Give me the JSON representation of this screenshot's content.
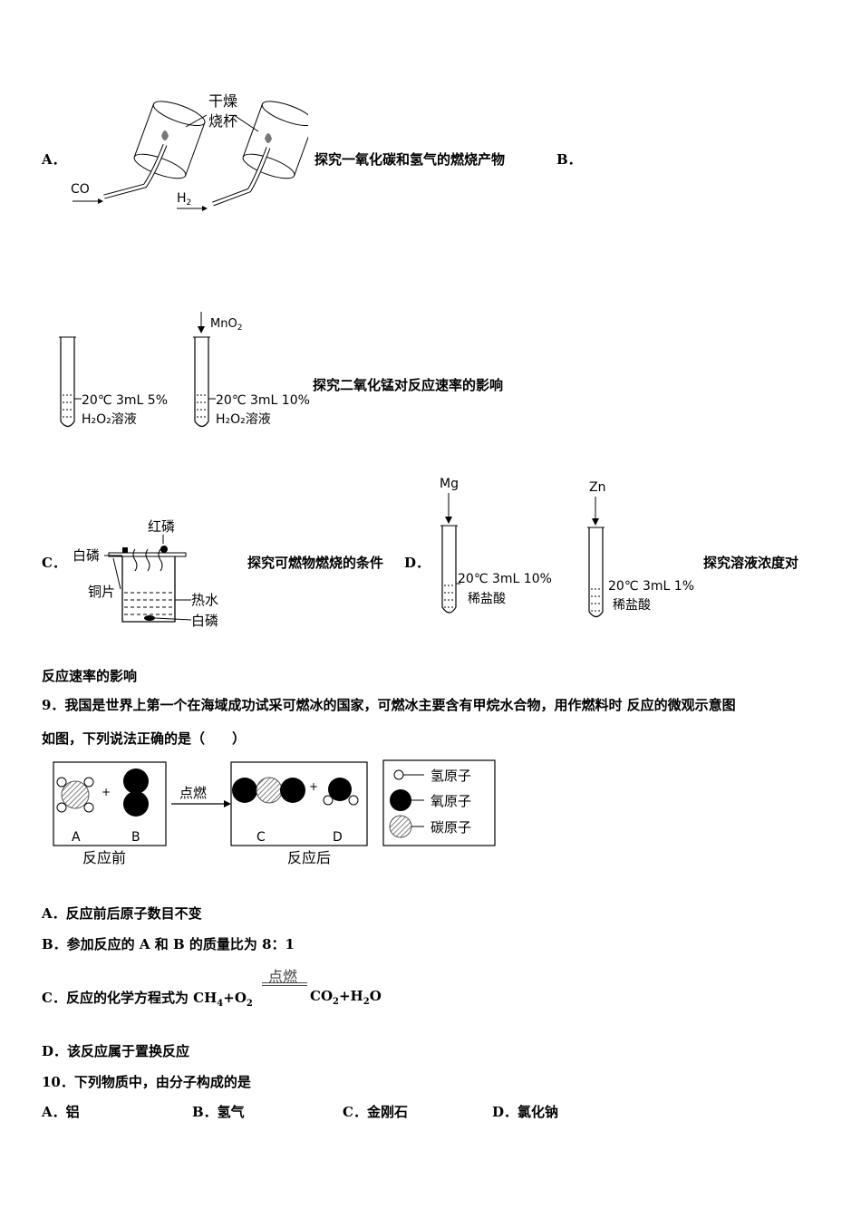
{
  "option_a": {
    "letter": "A．",
    "dry_beaker_line1": "干燥",
    "dry_beaker_line2": "烧杯",
    "gas1": "CO",
    "gas2": "H",
    "gas2_sub": "2",
    "caption": "探究一氧化碳和氢气的燃烧产物"
  },
  "option_b": {
    "letter": "B．",
    "reagent": "MnO",
    "reagent_sub": "2",
    "tube1_label": "20℃ 3mL 5%",
    "tube1_solution": "H₂O₂溶液",
    "tube2_label": "20℃ 3mL 10%",
    "tube2_solution": "H₂O₂溶液",
    "caption": "探究二氧化锰对反应速率的影响"
  },
  "option_c": {
    "letter": "C．",
    "white_p": "白磷",
    "red_p": "红磷",
    "copper": "铜片",
    "hot_water": "热水",
    "white_p2": "白磷",
    "caption": "探究可燃物燃烧的条件"
  },
  "option_d": {
    "letter": "D．",
    "metal1": "Mg",
    "metal2": "Zn",
    "tube1_label": "20℃ 3mL 10%",
    "tube1_solution": "稀盐酸",
    "tube2_label": "20℃ 3mL 1%",
    "tube2_solution": "稀盐酸",
    "caption_part1": "探究溶液浓度对",
    "caption_part2": "反应速率的影响"
  },
  "question9": {
    "line1": "9．我国是世界上第一个在海域成功试采可燃冰的国家，可燃冰主要含有甲烷水合物，用作燃料时 反应的微观示意图",
    "line2": "如图，下列说法正确的是（　　）",
    "diagram": {
      "label_a": "A",
      "label_b": "B",
      "label_c": "C",
      "label_d": "D",
      "arrow_label": "点燃",
      "before": "反应前",
      "after": "反应后",
      "legend_h": "氢原子",
      "legend_o": "氧原子",
      "legend_c": "碳原子"
    },
    "options": {
      "a": "A．反应前后原子数目不变",
      "b": "B．参加反应的 A 和 B 的质量比为 8：1",
      "c_prefix": "C．反应的化学方程式为 CH",
      "c_sub1": "4",
      "c_mid": "+O",
      "c_sub2": "2",
      "c_condition": "点燃",
      "c_product1": "CO",
      "c_sub3": "2",
      "c_product2": "+H",
      "c_sub4": "2",
      "c_product3": "O",
      "d": "D．该反应属于置换反应"
    }
  },
  "question10": {
    "stem": "10．下列物质中，由分子构成的是",
    "a": "A．铝",
    "b": "B．氢气",
    "c": "C．金刚石",
    "d": "D．氯化钠"
  }
}
